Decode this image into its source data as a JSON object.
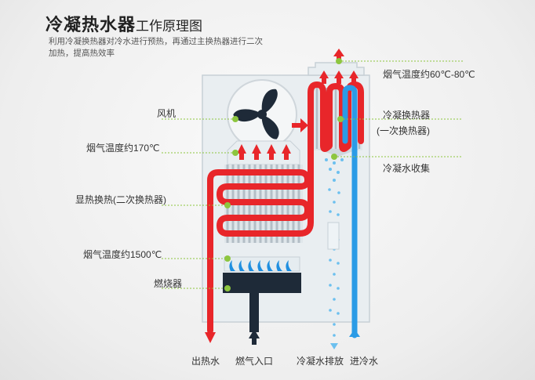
{
  "title": {
    "main": "冷凝热水器",
    "sub": "工作原理图"
  },
  "subtitle": {
    "line1": "利用冷凝换热器对冷水进行预热，再通过主换热器进行二次",
    "line2": "加热，提高热效率"
  },
  "labels": {
    "fan": "风机",
    "flue_temp_170": "烟气温度约170℃",
    "sensible_hx": "显热换热(二次换热器)",
    "flue_temp_1500": "烟气温度约1500℃",
    "burner": "燃烧器",
    "flue_temp_60_80": "烟气温度约60℃-80℃",
    "condensing_hx": "冷凝换热器",
    "primary_hx": "(一次换热器)",
    "condensate_collection": "冷凝水收集"
  },
  "bottom_labels": {
    "hot_water_out": "出热水",
    "gas_inlet": "燃气入口",
    "condensate_drain": "冷凝水排放",
    "cold_water_in": "进冷水"
  },
  "colors": {
    "hot": "#e8262a",
    "cold": "#2b9be6",
    "accent": "#8dc63f",
    "body": "#e6ecef",
    "dark": "#1e2a38"
  }
}
